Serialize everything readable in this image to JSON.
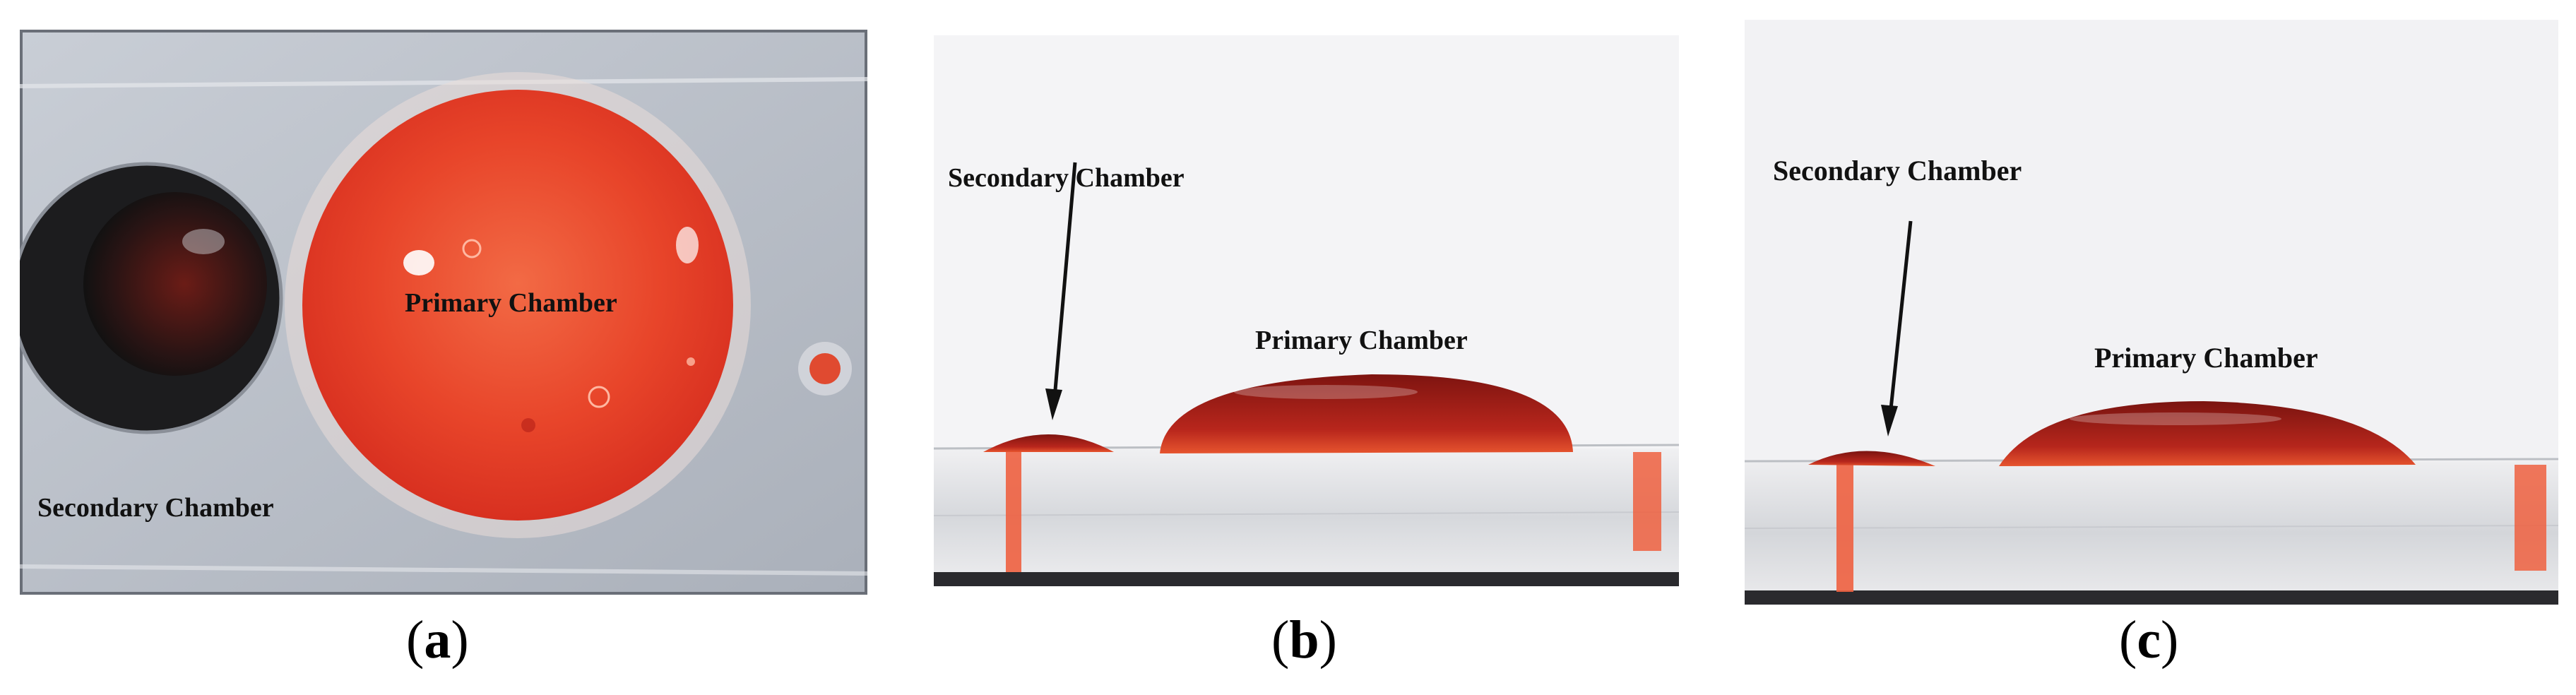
{
  "figure": {
    "panels": [
      {
        "id": "a",
        "caption_letter": "a",
        "labels": {
          "primary": "Primary Chamber",
          "secondary": "Secondary Chamber"
        }
      },
      {
        "id": "b",
        "caption_letter": "b",
        "labels": {
          "primary": "Primary Chamber",
          "secondary": "Secondary Chamber"
        }
      },
      {
        "id": "c",
        "caption_letter": "c",
        "labels": {
          "primary": "Primary Chamber",
          "secondary": "Secondary Chamber"
        }
      }
    ],
    "colors": {
      "liquid": "#e8452a",
      "liquid_dark": "#8c1410",
      "background_a": "#b9bec6",
      "background_side": "#f4f4f6"
    }
  }
}
